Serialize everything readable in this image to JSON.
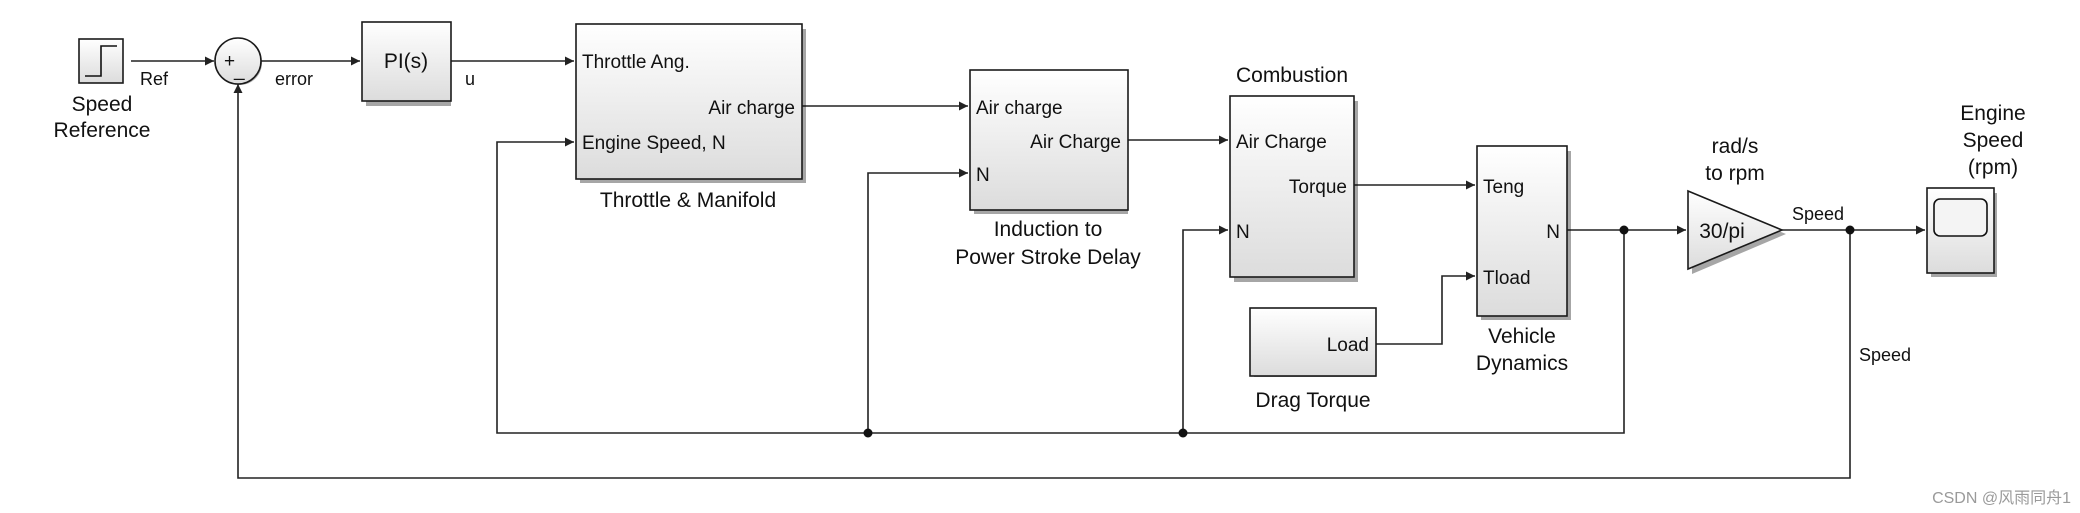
{
  "diagram": {
    "blocks": {
      "step": {
        "label_line1": "Speed",
        "label_line2": "Reference"
      },
      "sum": {
        "plus": "+",
        "minus": "_"
      },
      "pi": {
        "text": "PI(s)"
      },
      "throttle": {
        "in1": "Throttle Ang.",
        "in2": "Engine Speed, N",
        "out1": "Air charge",
        "label": "Throttle & Manifold"
      },
      "induction": {
        "in1": "Air charge",
        "in2": "N",
        "out1": "Air Charge",
        "label_line1": "Induction to",
        "label_line2": "Power Stroke Delay"
      },
      "combustion": {
        "title": "Combustion",
        "in1": "Air Charge",
        "in2": "N",
        "out1": "Torque"
      },
      "vehicle": {
        "in1": "Teng",
        "in2": "Tload",
        "out1": "N",
        "label_line1": "Vehicle",
        "label_line2": "Dynamics"
      },
      "drag": {
        "out1": "Load",
        "label": "Drag Torque"
      },
      "gain": {
        "text": "30/pi",
        "label_line1": "rad/s",
        "label_line2": "to rpm"
      },
      "scope": {
        "label_line1": "Engine",
        "label_line2": "Speed",
        "label_line3": "(rpm)"
      }
    },
    "signals": {
      "ref": "Ref",
      "error": "error",
      "u": "u",
      "speed_out": "Speed",
      "speed_feedback": "Speed"
    },
    "watermark": "CSDN @风雨同舟1"
  }
}
